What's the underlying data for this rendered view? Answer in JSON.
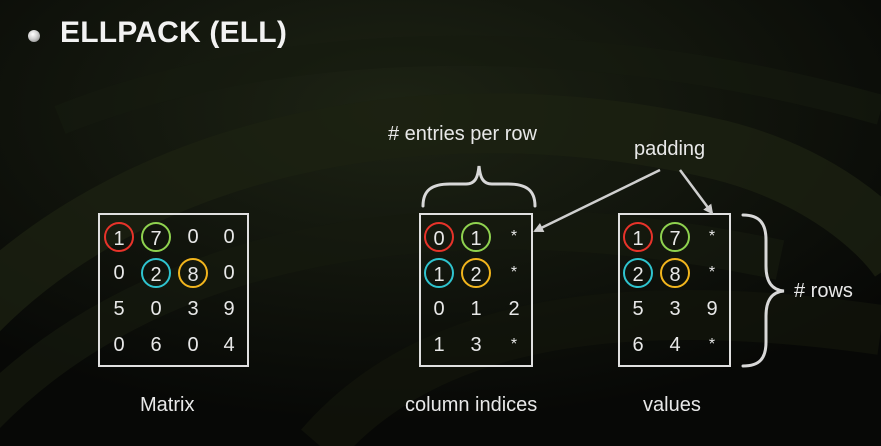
{
  "title": "ELLPACK (ELL)",
  "matrix": {
    "label": "Matrix",
    "rows": [
      [
        {
          "v": "1",
          "c": "red"
        },
        {
          "v": "7",
          "c": "green"
        },
        {
          "v": "0",
          "c": ""
        },
        {
          "v": "0",
          "c": ""
        }
      ],
      [
        {
          "v": "0",
          "c": ""
        },
        {
          "v": "2",
          "c": "cyan"
        },
        {
          "v": "8",
          "c": "orange"
        },
        {
          "v": "0",
          "c": ""
        }
      ],
      [
        {
          "v": "5",
          "c": ""
        },
        {
          "v": "0",
          "c": ""
        },
        {
          "v": "3",
          "c": ""
        },
        {
          "v": "9",
          "c": ""
        }
      ],
      [
        {
          "v": "0",
          "c": ""
        },
        {
          "v": "6",
          "c": ""
        },
        {
          "v": "0",
          "c": ""
        },
        {
          "v": "4",
          "c": ""
        }
      ]
    ]
  },
  "column_indices": {
    "label": "column indices",
    "rows": [
      [
        {
          "v": "0",
          "c": "red"
        },
        {
          "v": "1",
          "c": "green"
        },
        {
          "v": "*",
          "c": ""
        }
      ],
      [
        {
          "v": "1",
          "c": "cyan"
        },
        {
          "v": "2",
          "c": "orange"
        },
        {
          "v": "*",
          "c": ""
        }
      ],
      [
        {
          "v": "0",
          "c": ""
        },
        {
          "v": "1",
          "c": ""
        },
        {
          "v": "2",
          "c": ""
        }
      ],
      [
        {
          "v": "1",
          "c": ""
        },
        {
          "v": "3",
          "c": ""
        },
        {
          "v": "*",
          "c": ""
        }
      ]
    ]
  },
  "values": {
    "label": "values",
    "rows": [
      [
        {
          "v": "1",
          "c": "red"
        },
        {
          "v": "7",
          "c": "green"
        },
        {
          "v": "*",
          "c": ""
        }
      ],
      [
        {
          "v": "2",
          "c": "cyan"
        },
        {
          "v": "8",
          "c": "orange"
        },
        {
          "v": "*",
          "c": ""
        }
      ],
      [
        {
          "v": "5",
          "c": ""
        },
        {
          "v": "3",
          "c": ""
        },
        {
          "v": "9",
          "c": ""
        }
      ],
      [
        {
          "v": "6",
          "c": ""
        },
        {
          "v": "4",
          "c": ""
        },
        {
          "v": "*",
          "c": ""
        }
      ]
    ]
  },
  "annotations": {
    "entries_per_row": "# entries per row",
    "padding": "padding",
    "rows": "# rows"
  },
  "colors": {
    "red": "#e8332a",
    "green": "#8fd24f",
    "cyan": "#2fc4cf",
    "orange": "#f2b51d"
  }
}
